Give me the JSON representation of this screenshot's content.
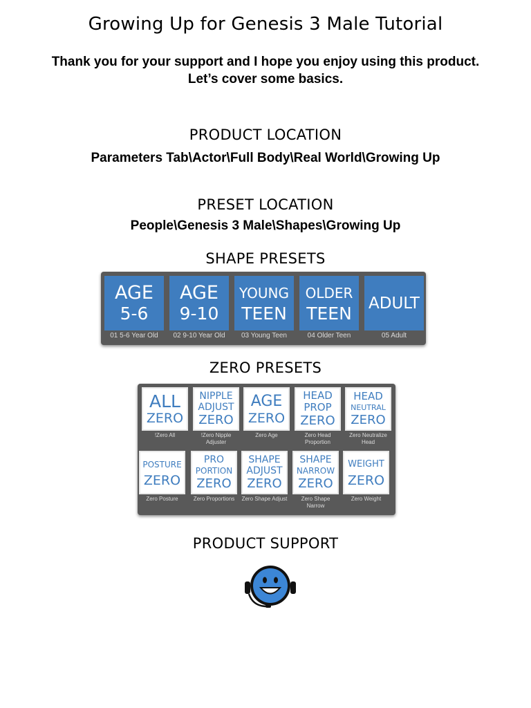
{
  "title": "Growing Up for Genesis 3 Male Tutorial",
  "intro": {
    "line1": "Thank you for your support and I hope you enjoy using this product.",
    "line2": "Let’s cover some basics."
  },
  "product_location": {
    "heading": "PRODUCT LOCATION",
    "path": "Parameters Tab\\Actor\\Full Body\\Real World\\Growing Up"
  },
  "preset_location": {
    "heading": "PRESET LOCATION",
    "path": "People\\Genesis 3 Male\\Shapes\\Growing Up"
  },
  "shape_presets": {
    "heading": "SHAPE PRESETS",
    "tiles": [
      {
        "line1": "AGE",
        "line2": "5-6",
        "caption": "01 5-6 Year Old"
      },
      {
        "line1": "AGE",
        "line2": "9-10",
        "caption": "02 9-10 Year Old"
      },
      {
        "line1": "YOUNG",
        "line2": "TEEN",
        "caption": "03 Young Teen"
      },
      {
        "line1": "OLDER",
        "line2": "TEEN",
        "caption": "04 Older Teen"
      },
      {
        "line1": "ADULT",
        "line2": "",
        "caption": "05 Adult"
      }
    ]
  },
  "zero_presets": {
    "heading": "ZERO PRESETS",
    "tiles": [
      {
        "line1": "ALL",
        "line2": "",
        "line3": "ZERO",
        "caption": "!Zero All"
      },
      {
        "line1": "NIPPLE",
        "line2": "ADJUST",
        "line3": "ZERO",
        "caption": "!Zero Nipple Adjuster"
      },
      {
        "line1": "AGE",
        "line2": "",
        "line3": "ZERO",
        "caption": "Zero Age"
      },
      {
        "line1": "HEAD",
        "line2": "PROP",
        "line3": "ZERO",
        "caption": "Zero Head Proportion"
      },
      {
        "line1": "HEAD",
        "line2": "NEUTRAL",
        "line3": "ZERO",
        "caption": "Zero Neutralize Head"
      },
      {
        "line1": "POSTURE",
        "line2": "",
        "line3": "ZERO",
        "caption": "Zero Posture"
      },
      {
        "line1": "PRO",
        "line2": "PORTION",
        "line3": "ZERO",
        "caption": "Zero Proportions"
      },
      {
        "line1": "SHAPE",
        "line2": "ADJUST",
        "line3": "ZERO",
        "caption": "Zero Shape Adjust"
      },
      {
        "line1": "SHAPE",
        "line2": "NARROW",
        "line3": "ZERO",
        "caption": "Zero Shape Narrow"
      },
      {
        "line1": "WEIGHT",
        "line2": "",
        "line3": "ZERO",
        "caption": "Zero Weight"
      }
    ]
  },
  "product_support": {
    "heading": "PRODUCT SUPPORT",
    "icon": "support-headset-smiley-icon"
  },
  "colors": {
    "accent_blue": "#3f7dbf",
    "panel_gray": "#595959"
  }
}
